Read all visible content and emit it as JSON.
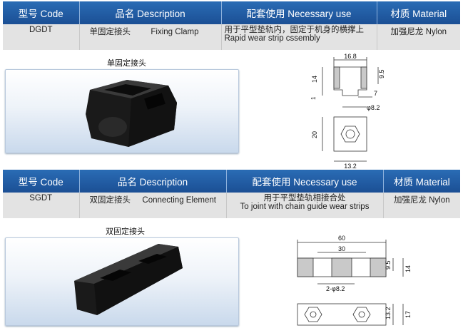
{
  "table1": {
    "headers": [
      "型号 Code",
      "品名 Description",
      "配套使用 Necessary use",
      "材质 Material"
    ],
    "code": "DGDT",
    "desc_cn": "单固定接头",
    "desc_en": "Fixing Clamp",
    "use_cn": "用于平型垫轨内，固定于机身的横撑上",
    "use_en": "Rapid wear strip cssembly",
    "material": "加强尼龙  Nylon"
  },
  "product1": {
    "caption": "单固定接头",
    "dims": {
      "top_width": "16.8",
      "left_height": "14",
      "right_height": "9.5",
      "slot": "7",
      "small": "1",
      "hole": "φ8.2",
      "bottom_height": "20",
      "bottom_width": "13.2"
    }
  },
  "table2": {
    "headers": [
      "型号 Code",
      "品名 Description",
      "配套使用 Necessary use",
      "材质 Material"
    ],
    "code": "SGDT",
    "desc_cn": "双固定接头",
    "desc_en": "Connecting Element",
    "use_cn": "用于平型垫轨相接合处",
    "use_en": "To joint with chain guide wear strips",
    "material": "加强尼龙  Nylon"
  },
  "product2": {
    "caption": "双固定接头",
    "dims": {
      "overall": "60",
      "inner": "30",
      "height_inner": "9.5",
      "height": "14",
      "holes": "2-φ8.2",
      "bottom_inner": "13.2",
      "bottom_height": "17"
    }
  },
  "colors": {
    "header_blue": "#1f5aa3",
    "row_gray": "#e3e3e3",
    "photo_bg": "#d4e2f1"
  }
}
